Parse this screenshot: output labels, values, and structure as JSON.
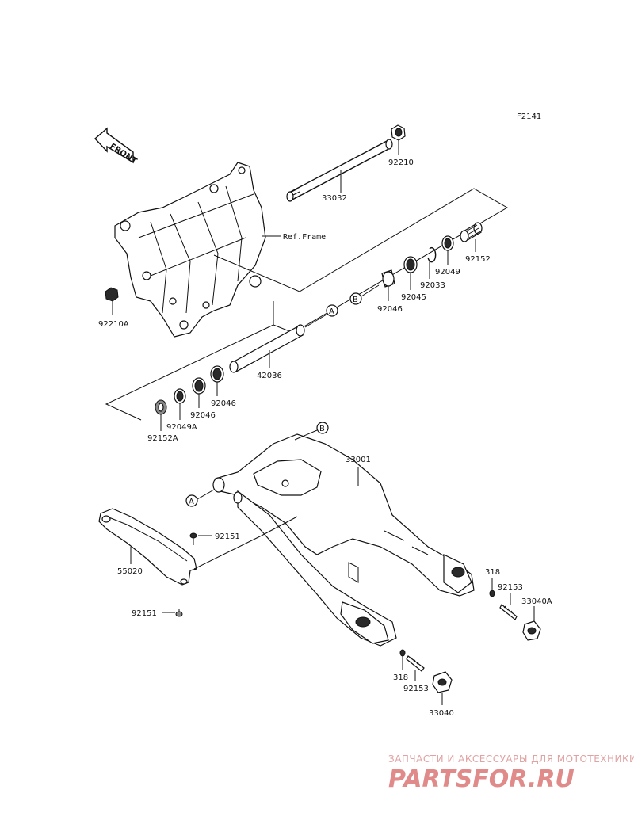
{
  "figure_code": "F2141",
  "front_label": "FRONT",
  "ref_frame": "Ref.Frame",
  "callouts": {
    "A": "A",
    "B": "B"
  },
  "parts": {
    "p92210": "92210",
    "p33032": "33032",
    "p92152": "92152",
    "p92049": "92049",
    "p92033": "92033",
    "p92045": "92045",
    "p92046_top": "92046",
    "p92210A": "92210A",
    "p42036": "42036",
    "p92046_a": "92046",
    "p92046_b": "92046",
    "p92049A": "92049A",
    "p92152A": "92152A",
    "p33001": "33001",
    "p92151_a": "92151",
    "p55020": "55020",
    "p92151_b": "92151",
    "p318_a": "318",
    "p92153_a": "92153",
    "p33040A": "33040A",
    "p318_b": "318",
    "p92153_b": "92153",
    "p33040": "33040"
  },
  "watermark": {
    "tagline": "ЗАПЧАСТИ И АКСЕССУАРЫ ДЛЯ МОТОТЕХНИКИ",
    "logo": "PARTSFOR.RU"
  }
}
